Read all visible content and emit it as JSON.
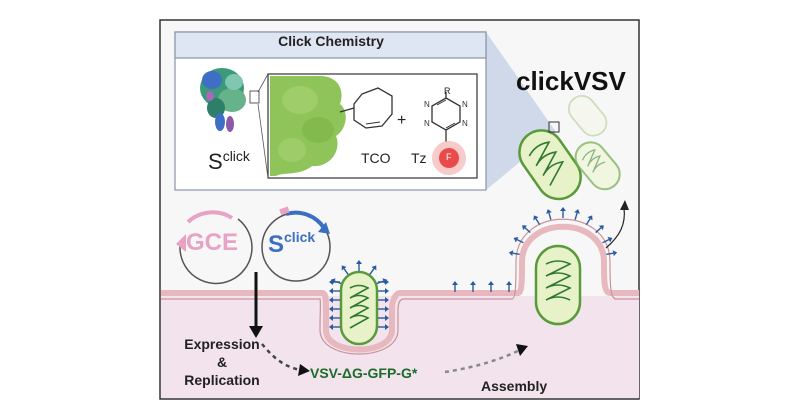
{
  "panel": {
    "title": "Click Chemistry"
  },
  "brand": {
    "title": "clickVSV"
  },
  "protein": {
    "label_main": "S",
    "label_sup": "click"
  },
  "reaction": {
    "plus": "+",
    "tco": "TCO",
    "tz": "Tz",
    "r_group": "R",
    "fluor_mark": "F"
  },
  "plasmids": {
    "gce": "GCE",
    "sclick_main": "S",
    "sclick_sup": "click"
  },
  "steps": {
    "expression_line1": "Expression",
    "expression_line2": "&",
    "expression_line3": "Replication",
    "virus_name": "VSV-ΔG-GFP-G*",
    "assembly": "Assembly"
  },
  "colors": {
    "membrane": "#e7b8bd",
    "cytoplasm": "#f2e3ec",
    "virus_fill": "#e8f2c9",
    "virus_outline": "#5a9a3a",
    "spike": "#2c5aa0",
    "green_text": "#1b6b2a",
    "panel_header": "#dfe6f3",
    "panel_zoom": "#c9d3e6",
    "gce_pink": "#e8a3c4",
    "sclick_blue": "#3a6fc2",
    "fluor_red": "#e94b4b"
  }
}
